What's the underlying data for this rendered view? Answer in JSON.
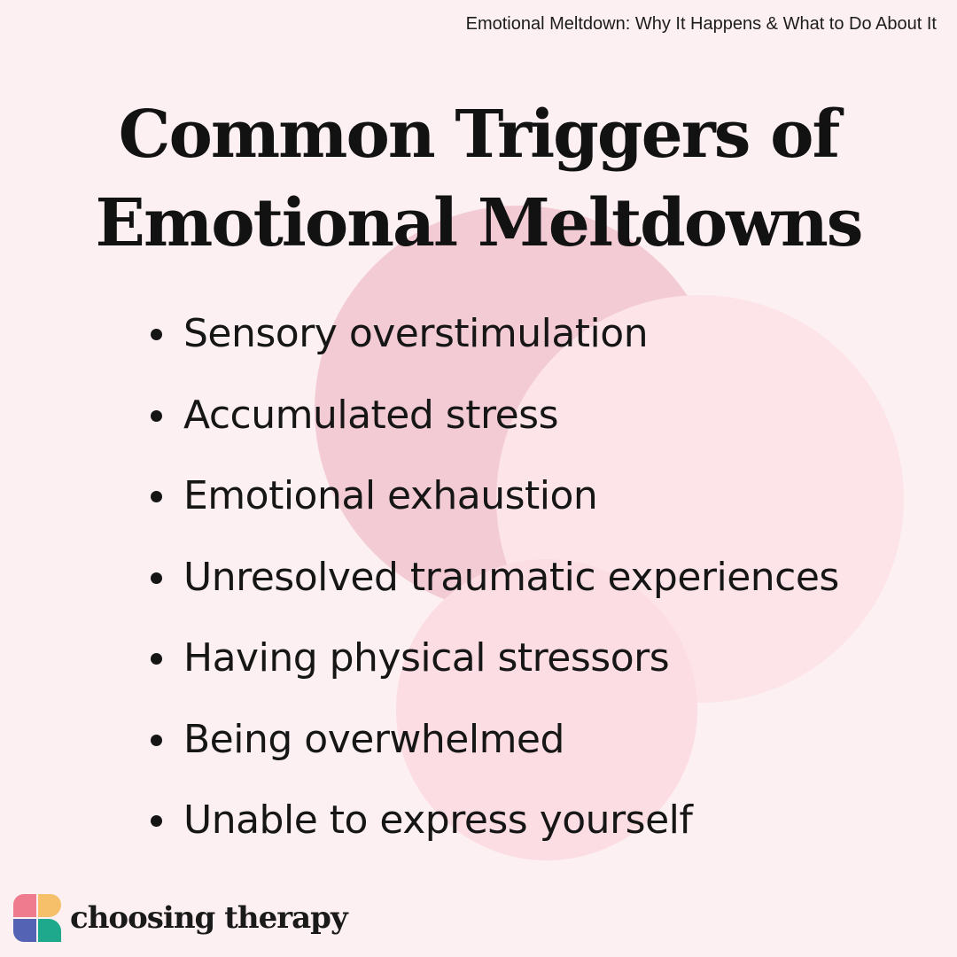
{
  "header": {
    "caption": "Emotional Meltdown: Why It Happens & What to Do About It"
  },
  "title": {
    "line1": "Common Triggers of",
    "line2": "Emotional Meltdowns"
  },
  "triggers": [
    "Sensory overstimulation",
    "Accumulated stress",
    "Emotional exhaustion",
    "Unresolved traumatic experiences",
    "Having physical stressors",
    "Being overwhelmed",
    "Unable to express yourself"
  ],
  "brand": {
    "name": "choosing therapy",
    "logo_icon": "choosing-therapy-logo-icon",
    "logo_colors": {
      "top_left": "#ee7b8e",
      "top_right": "#f6c06b",
      "bottom_left": "#5463b3",
      "bottom_right": "#1ea98c"
    }
  },
  "colors": {
    "background": "#fdf0f2",
    "circle_dark": "#f3cbd4",
    "circle_light": "#fce4e8",
    "text": "#121212"
  }
}
